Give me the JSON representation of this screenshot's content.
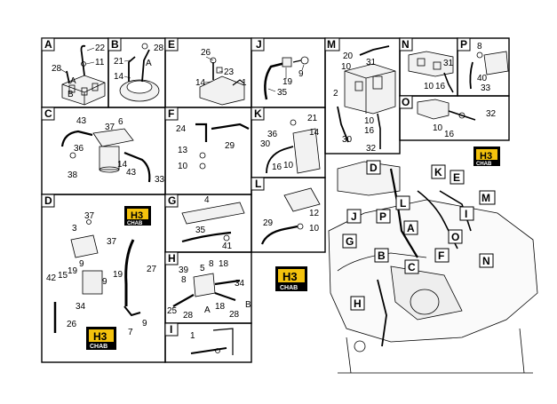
{
  "logo": {
    "mark": "H3",
    "text": "CHAB"
  },
  "panels": [
    {
      "id": "A",
      "parts": [
        "22",
        "11",
        "28",
        "A",
        "B"
      ]
    },
    {
      "id": "B",
      "parts": [
        "28",
        "21",
        "14",
        "A"
      ]
    },
    {
      "id": "E",
      "parts": [
        "26",
        "23",
        "14",
        "1"
      ]
    },
    {
      "id": "J",
      "parts": [
        "19",
        "9",
        "35"
      ]
    },
    {
      "id": "M",
      "parts": [
        "20",
        "31",
        "10",
        "2",
        "10",
        "16",
        "30",
        "32"
      ]
    },
    {
      "id": "N",
      "parts": [
        "31",
        "10",
        "16"
      ]
    },
    {
      "id": "P",
      "parts": [
        "8",
        "40",
        "33"
      ]
    },
    {
      "id": "O",
      "parts": [
        "32",
        "10",
        "16"
      ]
    },
    {
      "id": "C",
      "parts": [
        "43",
        "37",
        "6",
        "36",
        "14",
        "38",
        "43",
        "33"
      ]
    },
    {
      "id": "F",
      "parts": [
        "24",
        "29",
        "13",
        "10"
      ]
    },
    {
      "id": "K",
      "parts": [
        "21",
        "36",
        "14",
        "30",
        "16",
        "10"
      ]
    },
    {
      "id": "L",
      "parts": [
        "12",
        "29",
        "10"
      ]
    },
    {
      "id": "D",
      "parts": [
        "37",
        "3",
        "37",
        "9",
        "15",
        "19",
        "42",
        "9",
        "34",
        "26",
        "27",
        "19",
        "9",
        "7"
      ]
    },
    {
      "id": "G",
      "parts": [
        "4",
        "35",
        "41"
      ]
    },
    {
      "id": "H",
      "parts": [
        "39",
        "5",
        "8",
        "18",
        "8",
        "34",
        "25",
        "28",
        "A",
        "18",
        "28",
        "B"
      ]
    },
    {
      "id": "I",
      "parts": [
        "1"
      ]
    }
  ],
  "overview_labels": [
    "D",
    "K",
    "E",
    "M",
    "L",
    "I",
    "J",
    "P",
    "A",
    "O",
    "G",
    "F",
    "N",
    "B",
    "C",
    "H"
  ]
}
